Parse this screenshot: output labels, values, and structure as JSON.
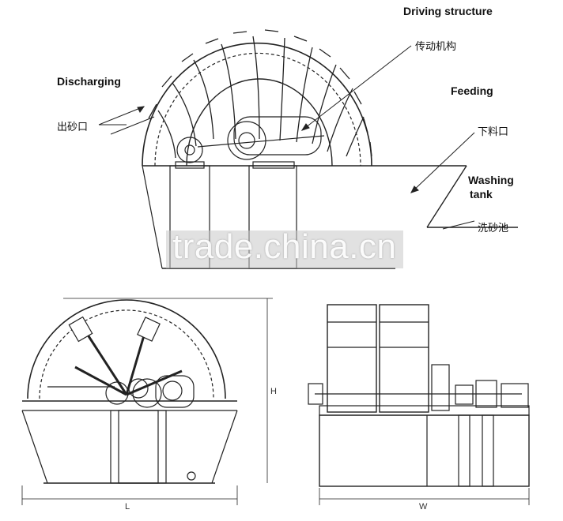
{
  "labels": {
    "driving_structure": "Driving structure",
    "driving_structure_cn": "传动机构",
    "discharging": "Discharging",
    "discharging_cn": "出砂口",
    "feeding": "Feeding",
    "feeding_cn": "下料口",
    "washing_tank_line1": "Washing",
    "washing_tank_line2": "tank",
    "washing_tank_cn": "洗砂池"
  },
  "dimensions": {
    "height": "H",
    "length": "L",
    "width": "W"
  },
  "watermark": "trade.china.cn"
}
